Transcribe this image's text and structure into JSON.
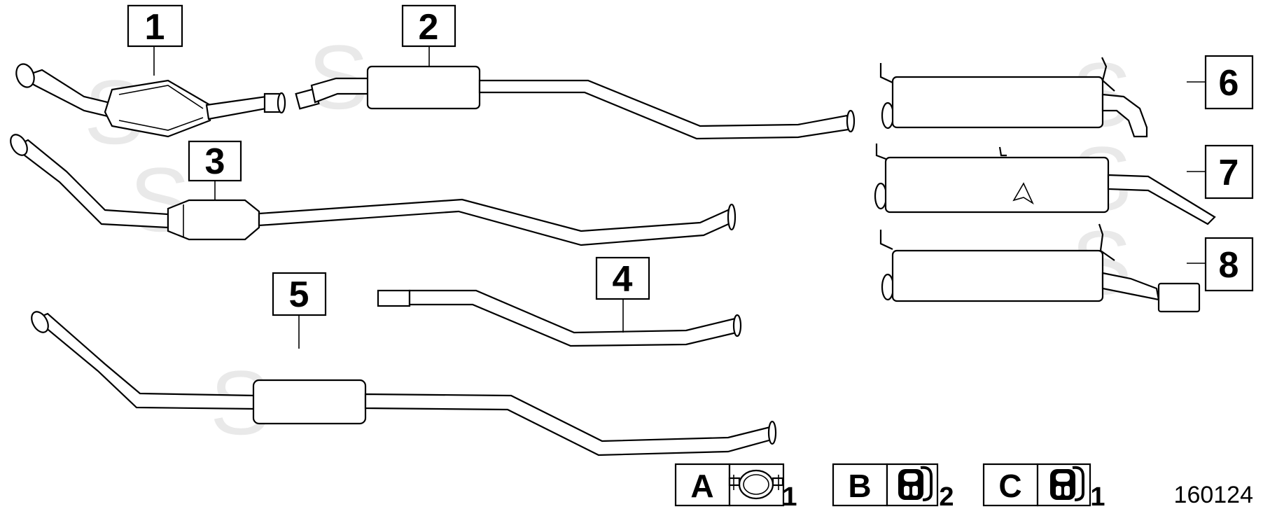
{
  "callouts": [
    "1",
    "2",
    "3",
    "4",
    "5",
    "6",
    "7",
    "8"
  ],
  "legend": [
    {
      "letter": "A",
      "icon": "exhaust-clamp-icon",
      "qty": "1"
    },
    {
      "letter": "B",
      "icon": "rubber-hanger-icon",
      "qty": "2"
    },
    {
      "letter": "C",
      "icon": "rubber-hanger-icon",
      "qty": "1"
    }
  ],
  "diagram_ref": "160124",
  "watermark": "S"
}
